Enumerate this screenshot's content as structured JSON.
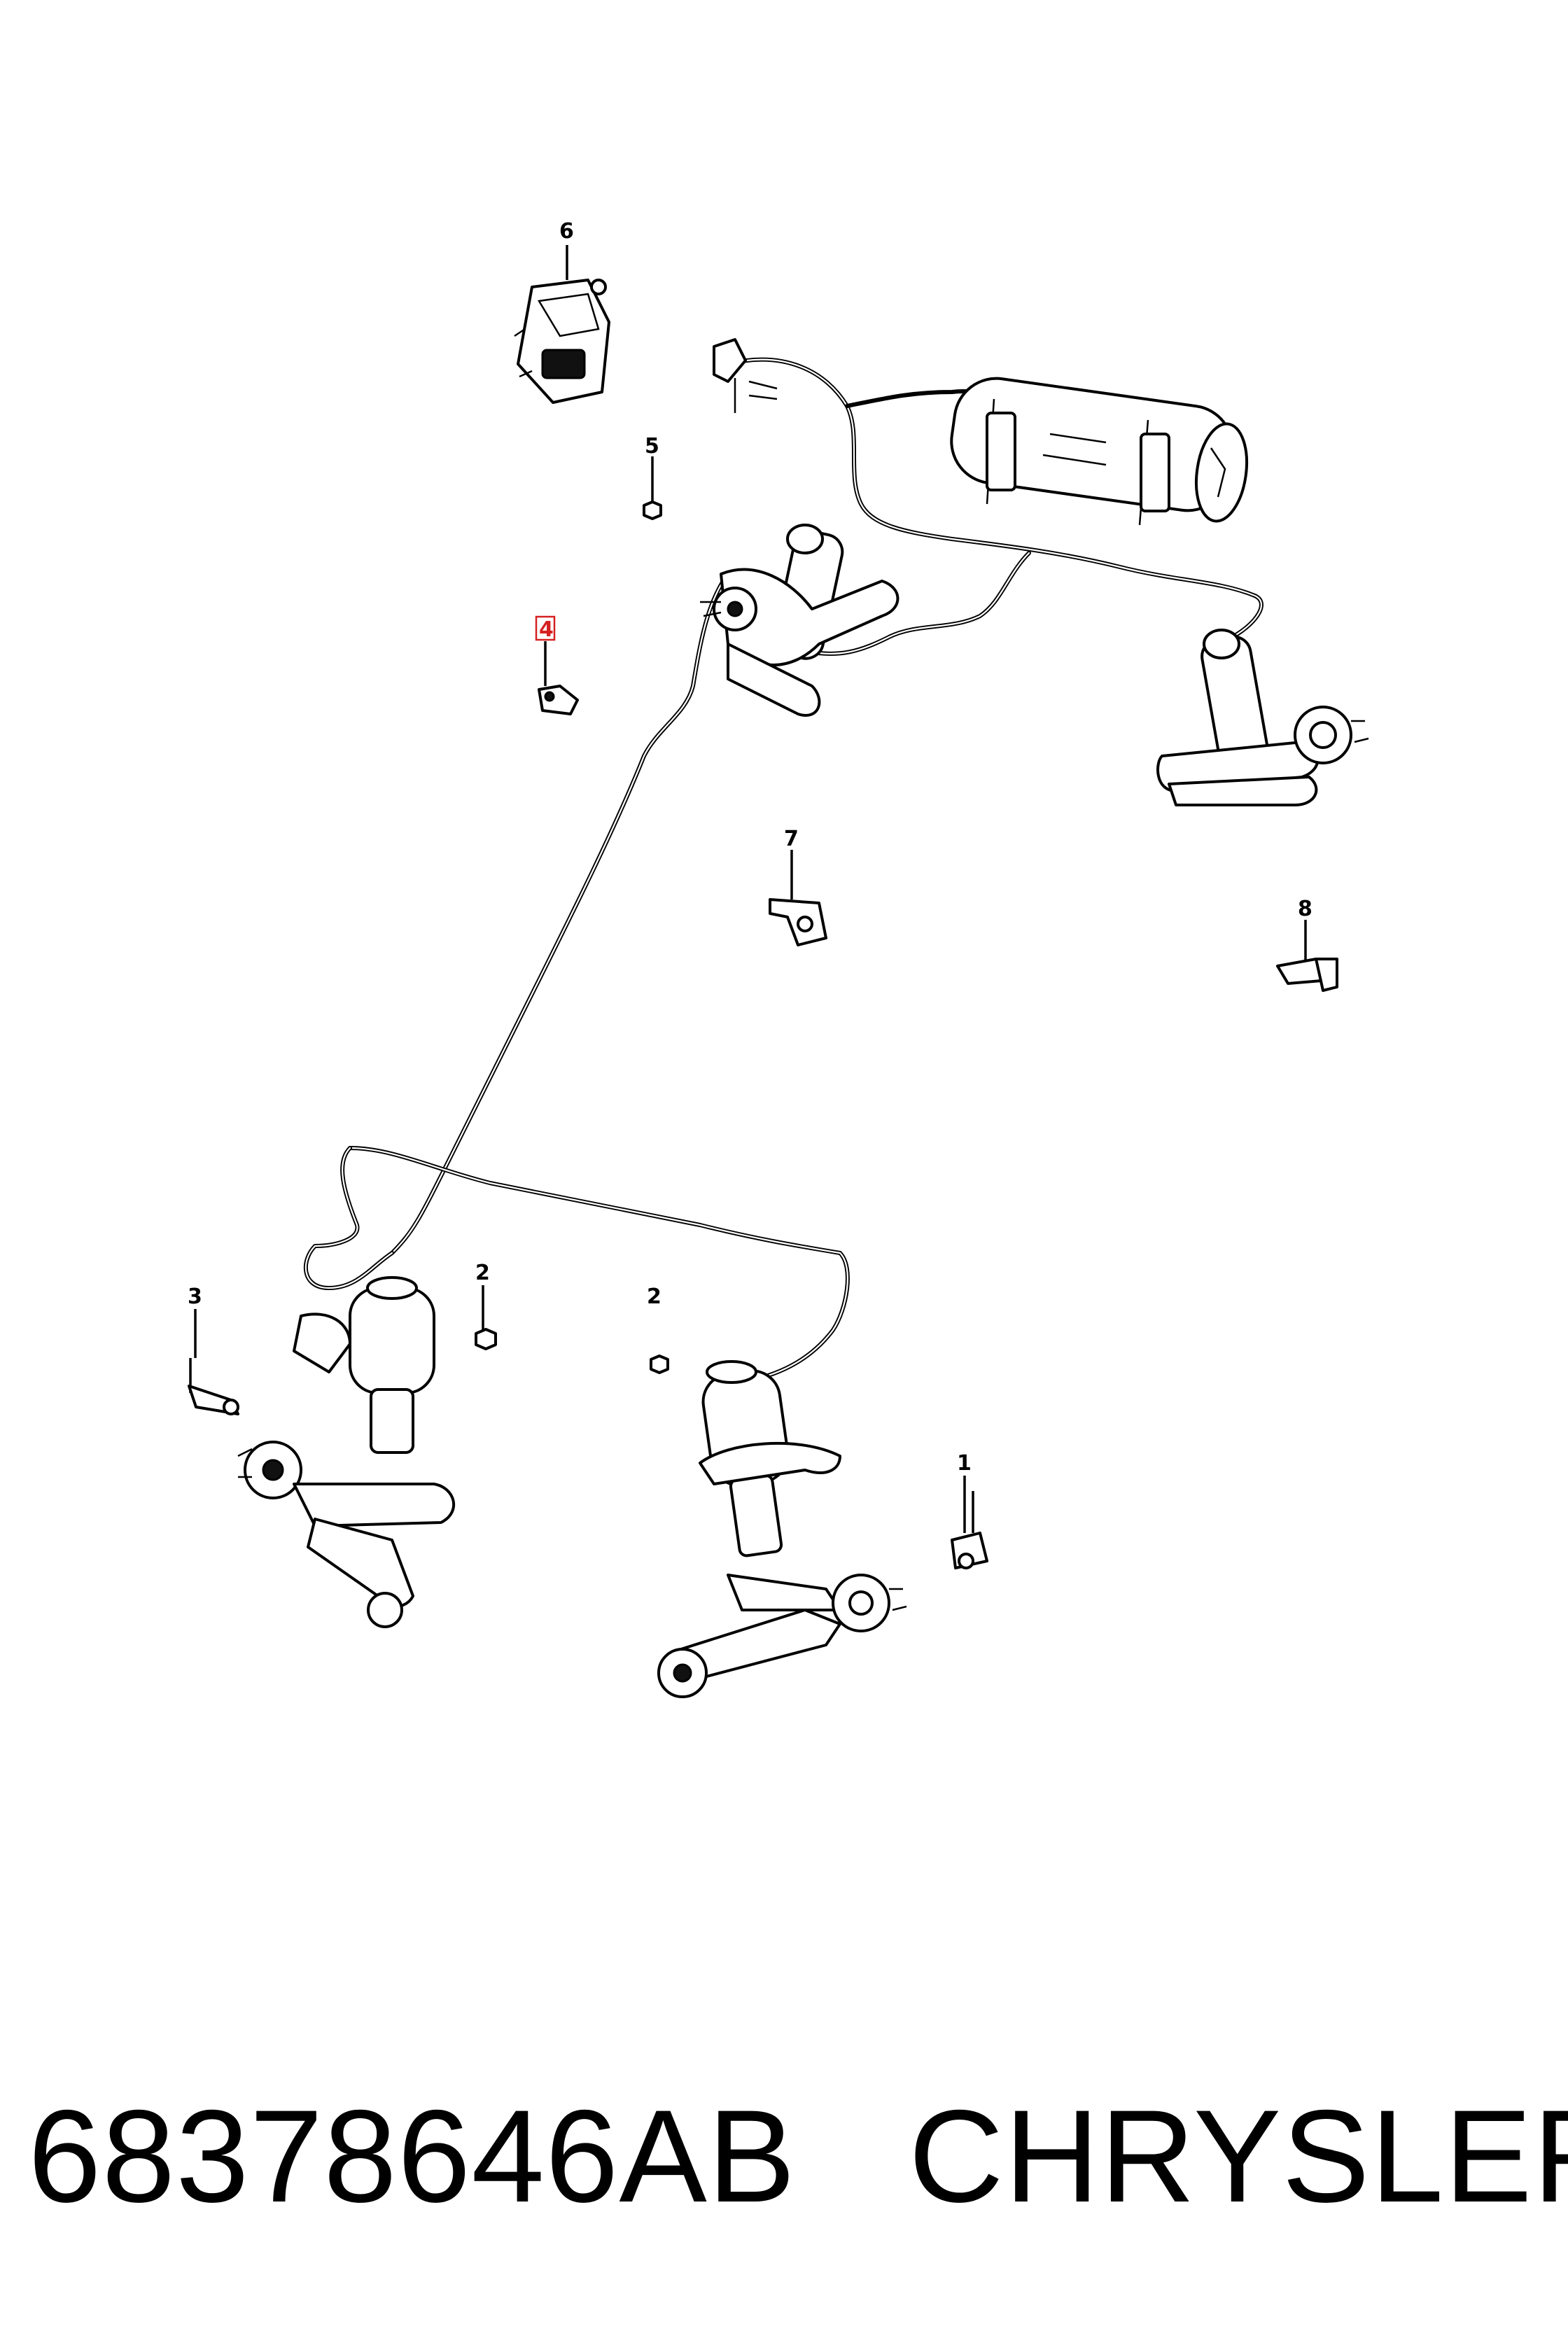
{
  "diagram": {
    "callouts": [
      {
        "id": "1",
        "label": "1"
      },
      {
        "id": "2a",
        "label": "2"
      },
      {
        "id": "2b",
        "label": "2"
      },
      {
        "id": "3",
        "label": "3"
      },
      {
        "id": "4",
        "label": "4",
        "highlighted": true
      },
      {
        "id": "5",
        "label": "5"
      },
      {
        "id": "6",
        "label": "6"
      },
      {
        "id": "7",
        "label": "7"
      },
      {
        "id": "8",
        "label": "8"
      }
    ],
    "highlight_color": "#d62020"
  },
  "footer": {
    "part_number": "68378646AB",
    "brand": "CHRYSLER"
  }
}
